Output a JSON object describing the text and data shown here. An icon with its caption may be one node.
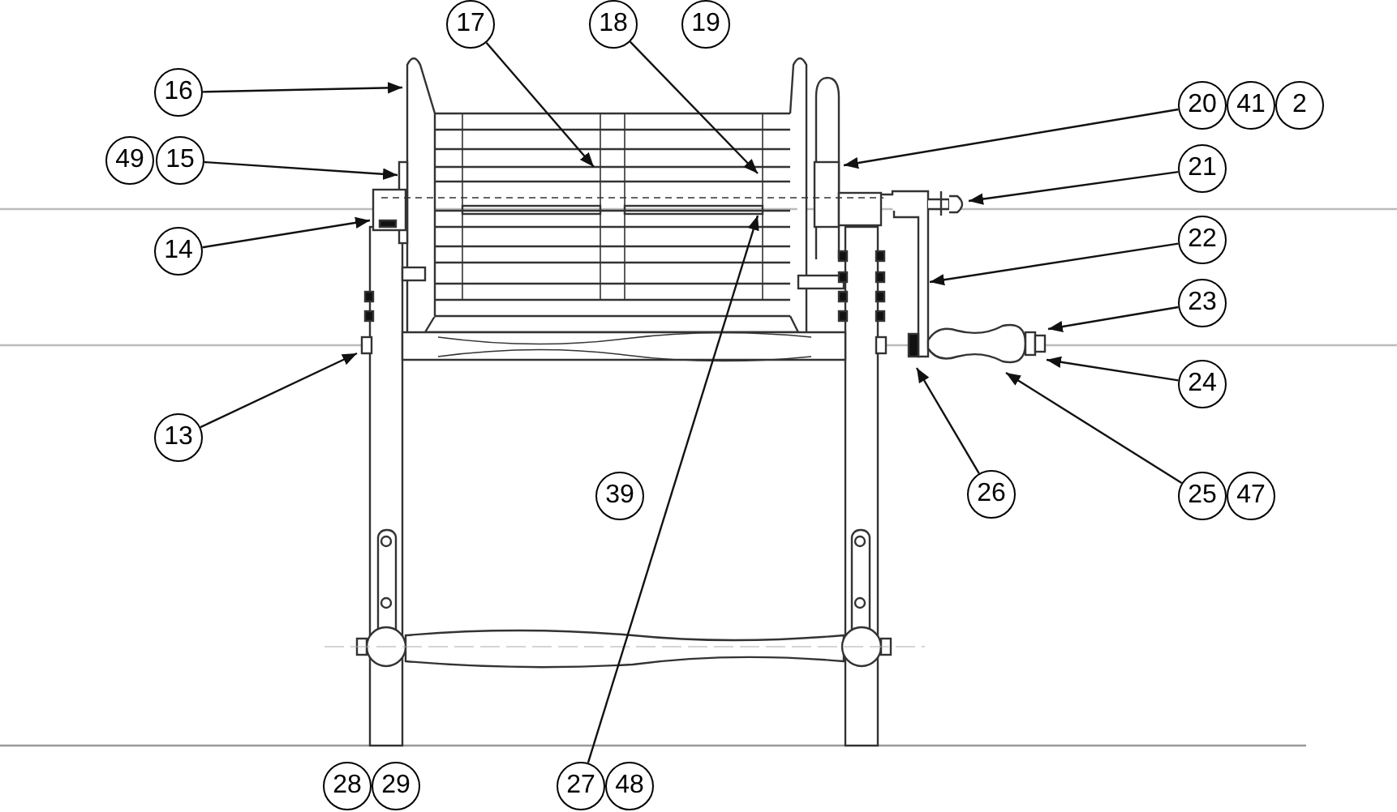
{
  "diagram": {
    "nodes": [
      {
        "text": [
          "17"
        ]
      },
      {
        "text": [
          "18"
        ]
      },
      {
        "text": [
          "19"
        ]
      },
      {
        "text": [
          "16"
        ]
      },
      {
        "text": [
          "20"
        ]
      },
      {
        "text": [
          "41"
        ]
      },
      {
        "text": [
          "2"
        ]
      },
      {
        "text": [
          "49"
        ]
      },
      {
        "text": [
          "15"
        ]
      },
      {
        "text": [
          "21"
        ]
      },
      {
        "text": [
          "22"
        ]
      },
      {
        "text": [
          "14"
        ]
      },
      {
        "text": [
          "23"
        ]
      },
      {
        "text": [
          "24"
        ]
      },
      {
        "text": [
          "13"
        ]
      },
      {
        "text": [
          "39"
        ]
      },
      {
        "text": [
          "26"
        ]
      },
      {
        "text": [
          "25"
        ]
      },
      {
        "text": [
          "47"
        ]
      },
      {
        "text": [
          "28"
        ]
      },
      {
        "text": [
          "29"
        ]
      },
      {
        "text": [
          "27"
        ]
      },
      {
        "text": [
          "48"
        ]
      }
    ],
    "edges": [
      {
        "from": 0,
        "to": null,
        "arrow": "to"
      },
      {
        "from": 1,
        "to": null,
        "arrow": "to"
      },
      {
        "from": 3,
        "to": null,
        "arrow": "to"
      },
      {
        "from": 4,
        "to": null,
        "arrow": "to"
      },
      {
        "from": 8,
        "to": null,
        "arrow": "to"
      },
      {
        "from": 9,
        "to": null,
        "arrow": "to"
      },
      {
        "from": 10,
        "to": null,
        "arrow": "to"
      },
      {
        "from": 11,
        "to": null,
        "arrow": "to"
      },
      {
        "from": 12,
        "to": null,
        "arrow": "to"
      },
      {
        "from": 13,
        "to": null,
        "arrow": "to"
      },
      {
        "from": 14,
        "to": null,
        "arrow": "to"
      },
      {
        "from": 16,
        "to": null,
        "arrow": "to"
      },
      {
        "from": 17,
        "to": null,
        "arrow": "to"
      },
      {
        "from": 21,
        "to": null,
        "arrow": "to"
      }
    ]
  }
}
